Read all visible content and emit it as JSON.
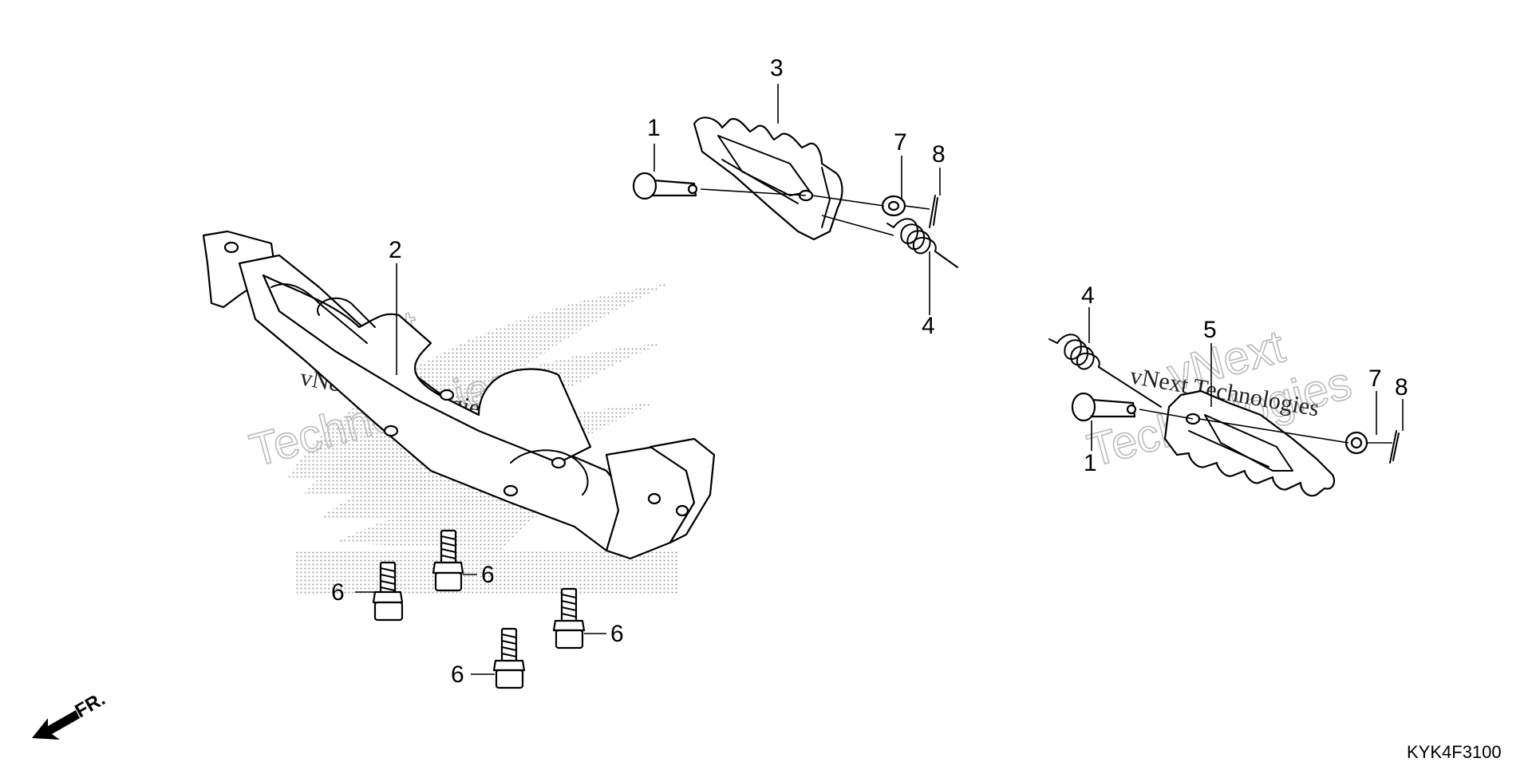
{
  "diagram_code": "KYK4F3100",
  "front_label": "FR.",
  "watermark": {
    "company": "vNext Technologies",
    "line1": "vNext",
    "line2": "Technologies"
  },
  "callouts": {
    "c1_top": "1",
    "c3": "3",
    "c7_top": "7",
    "c8_top": "8",
    "c4_top": "4",
    "c2": "2",
    "c4_r": "4",
    "c5": "5",
    "c7_r": "7",
    "c8_r": "8",
    "c1_r": "1",
    "c6_a": "6",
    "c6_b": "6",
    "c6_c": "6",
    "c6_d": "6"
  },
  "colors": {
    "ink": "#000000",
    "background": "#ffffff",
    "watermark_dots": "#9a9a9a"
  }
}
